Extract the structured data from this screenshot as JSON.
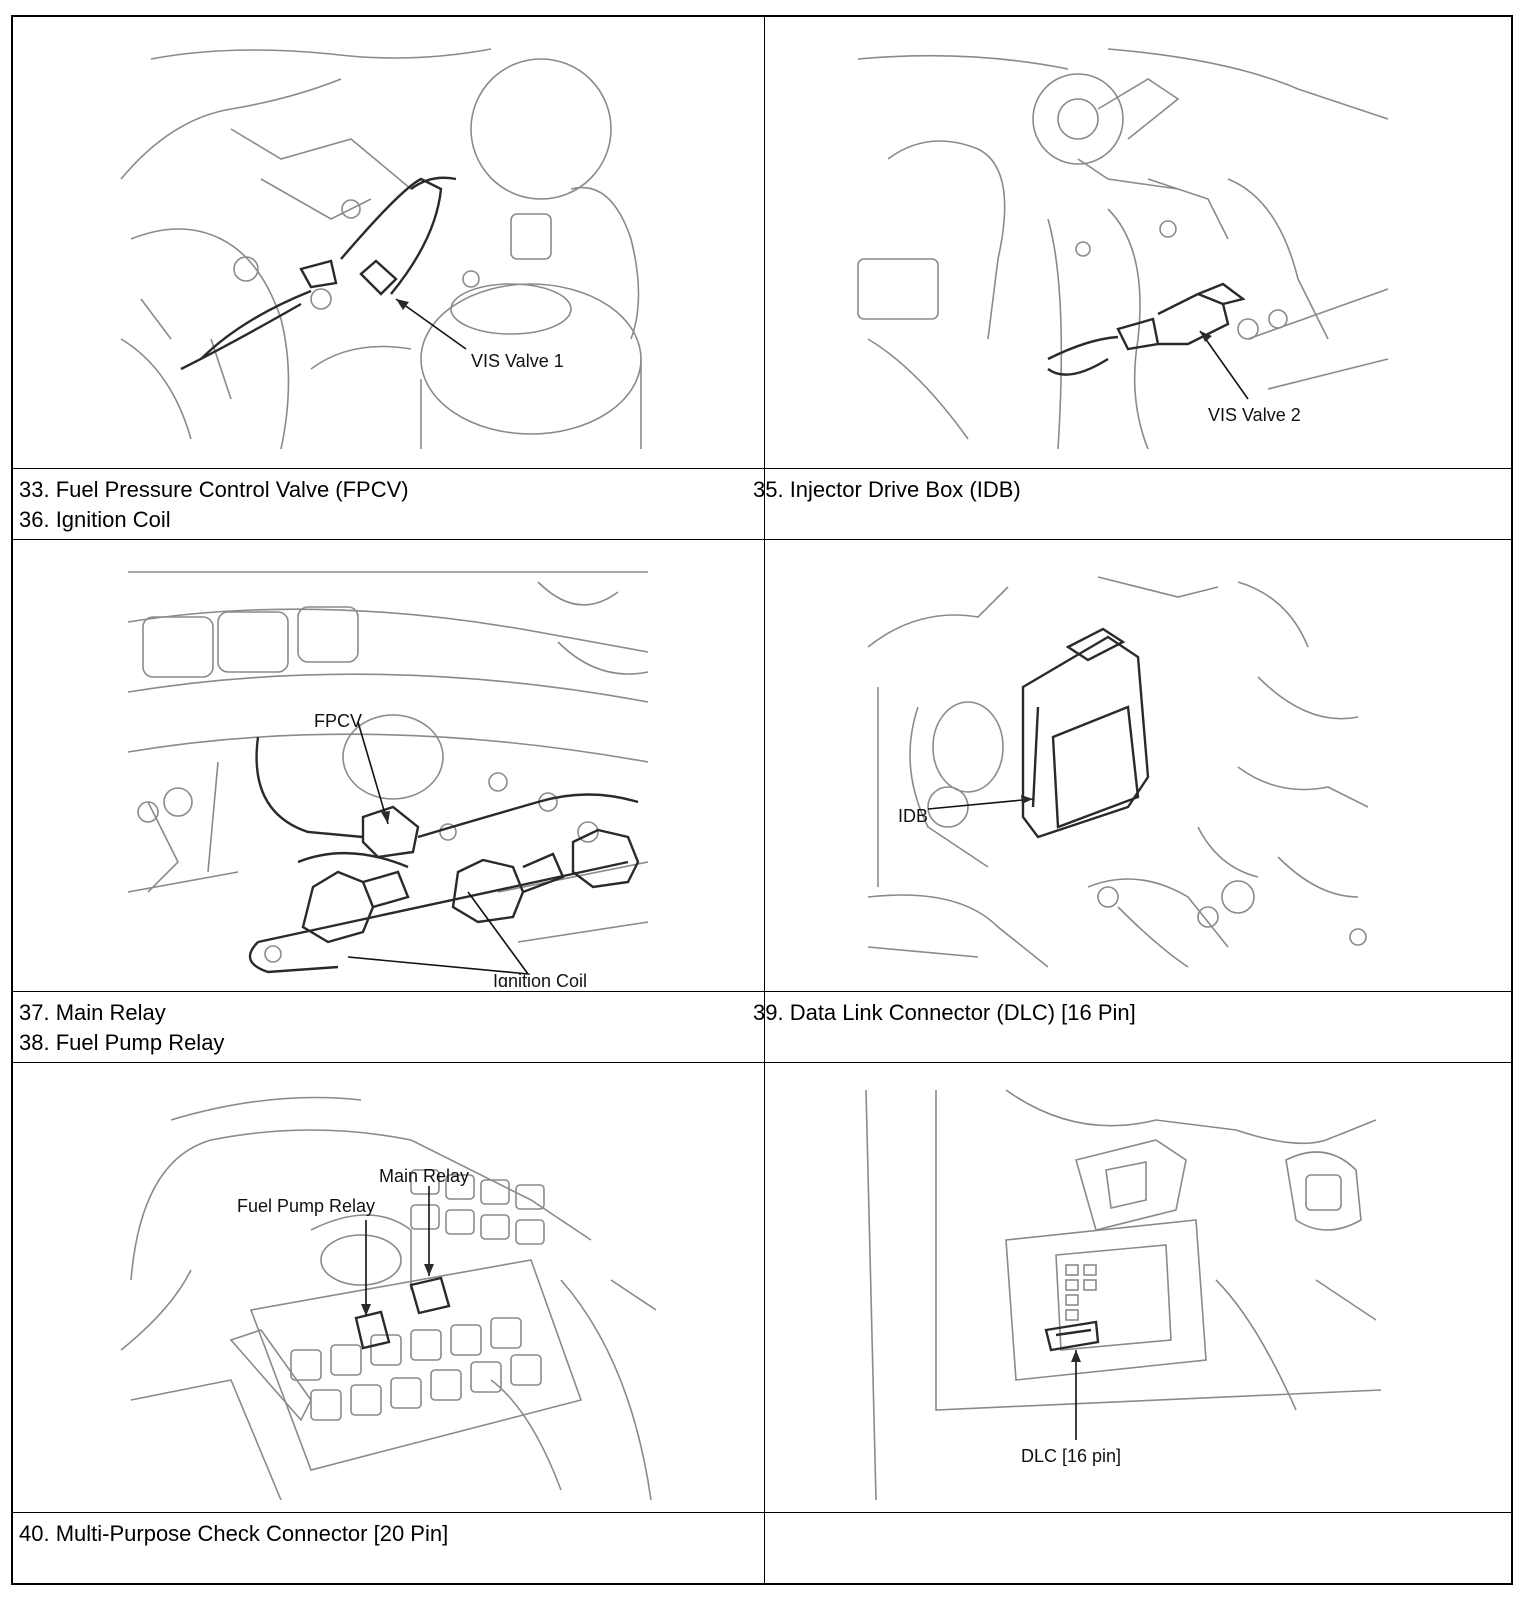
{
  "figures": {
    "vis1": {
      "label": "VIS Valve 1"
    },
    "vis2": {
      "label": "VIS Valve 2"
    },
    "fpcv": {
      "label_fpcv": "FPCV",
      "label_coil": "Ignition Coil"
    },
    "idb": {
      "label": "IDB"
    },
    "relay": {
      "label_main": "Main Relay",
      "label_fuel": "Fuel Pump Relay"
    },
    "dlc": {
      "label": "DLC [16 pin]"
    }
  },
  "captions": {
    "row1_left": [
      "33. Fuel Pressure Control Valve (FPCV)",
      "36. Ignition Coil"
    ],
    "row1_right": [
      "35. Injector Drive Box (IDB)"
    ],
    "row2_left": [
      "37. Main Relay",
      "38. Fuel Pump Relay"
    ],
    "row2_right": [
      "39. Data Link Connector (DLC) [16 Pin]"
    ],
    "row3_left": [
      "40. Multi-Purpose Check Connector [20 Pin]"
    ],
    "row3_right": []
  }
}
